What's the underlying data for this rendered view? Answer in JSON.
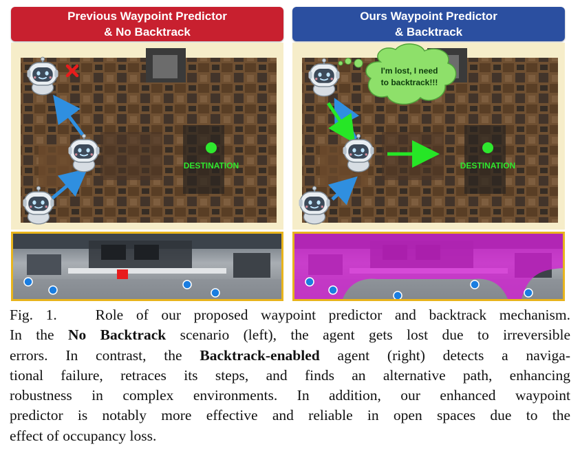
{
  "figure": {
    "left_panel": {
      "title_line1": "Previous Waypoint Predictor",
      "title_line2": "& No Backtrack",
      "destination_label": "DESTINATION",
      "banner_color": "#c8202f"
    },
    "right_panel": {
      "title_line1": "Ours Waypoint Predictor",
      "title_line2": "& Backtrack",
      "destination_label": "DESTINATION",
      "thought_line1": "I'm lost, I need",
      "thought_line2": "to backtrack!!!",
      "banner_color": "#2b4fa0"
    },
    "colors": {
      "destination": "#2ee82e",
      "path_arrow_blue": "#2f8fe0",
      "backtrack_arrow_green": "#26e626",
      "fail_marker": "#e81c1c",
      "pano_border": "#e8b41c",
      "occupancy_overlay": "#d21fd2",
      "waypoint_dot": "#1a7de0"
    },
    "icons": [
      "robot-icon",
      "x-mark-icon",
      "destination-dot-icon",
      "thought-bubble-icon",
      "waypoint-dot-icon"
    ]
  },
  "caption": {
    "lines": [
      {
        "parts": [
          {
            "t": "Fig. 1.   Role of our proposed waypoint predictor and backtrack mechanism."
          }
        ]
      },
      {
        "parts": [
          {
            "t": "In the "
          },
          {
            "t": "No Backtrack",
            "b": true
          },
          {
            "t": " scenario (left), the agent gets lost due to irreversible"
          }
        ]
      },
      {
        "parts": [
          {
            "t": "errors. In contrast, the "
          },
          {
            "t": "Backtrack-enabled",
            "b": true
          },
          {
            "t": " agent (right) detects a naviga-"
          }
        ]
      },
      {
        "parts": [
          {
            "t": "tional failure, retraces its steps, and finds an alternative path, enhancing"
          }
        ]
      },
      {
        "parts": [
          {
            "t": "robustness in complex environments. In addition, our enhanced waypoint"
          }
        ]
      },
      {
        "parts": [
          {
            "t": "predictor is notably more effective and reliable in open spaces due to the"
          }
        ]
      },
      {
        "parts": [
          {
            "t": "effect of occupancy loss."
          }
        ]
      }
    ]
  }
}
